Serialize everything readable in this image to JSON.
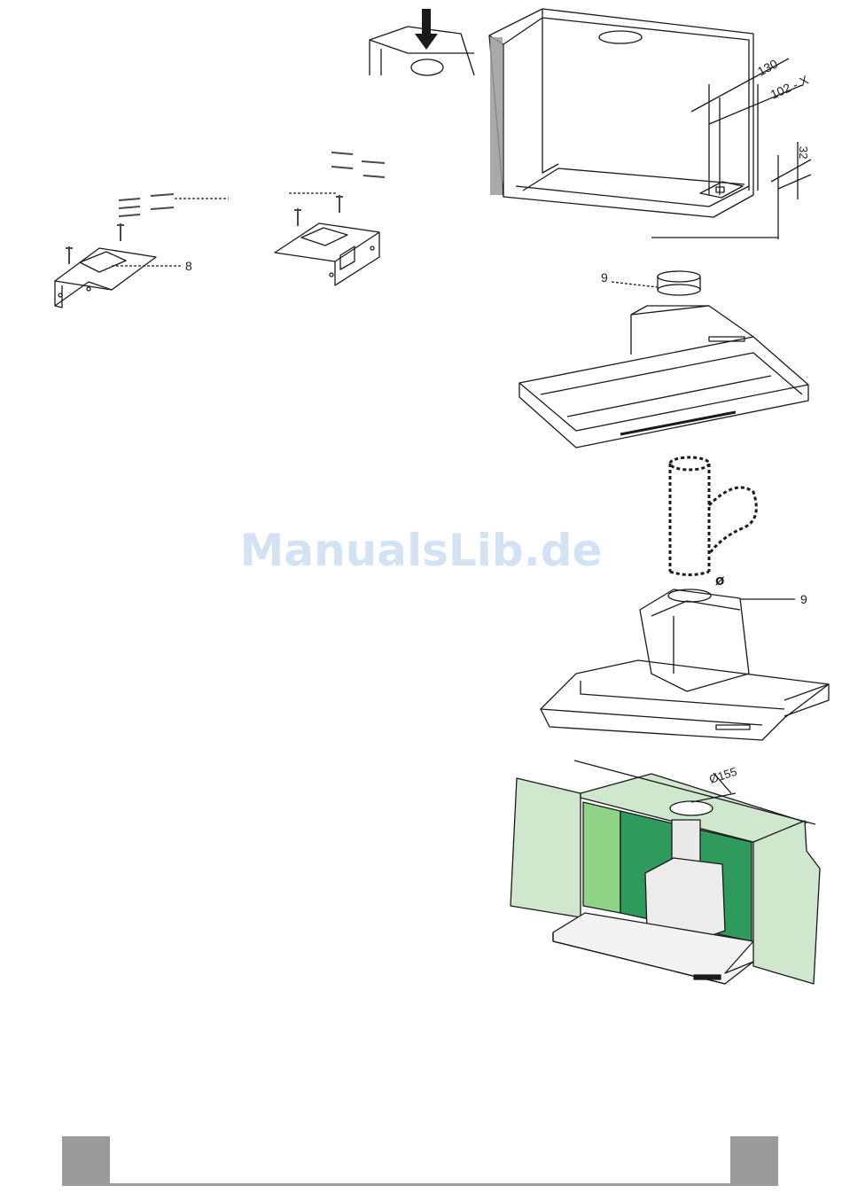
{
  "watermark": "ManualsLib.de",
  "dimensions": {
    "d130": "130",
    "d102": "102 - X",
    "d32": "32",
    "d155": "Ø155",
    "phi": "ø"
  },
  "callouts": {
    "bracket": "8",
    "collar_top": "9",
    "collar_mid": "9"
  },
  "colors": {
    "line": "#1a1a1a",
    "wall_light": "#cfe7cc",
    "wall_mid": "#8fd486",
    "wall_dark": "#2e9a5c",
    "footer_gray": "#9a9a9a"
  }
}
